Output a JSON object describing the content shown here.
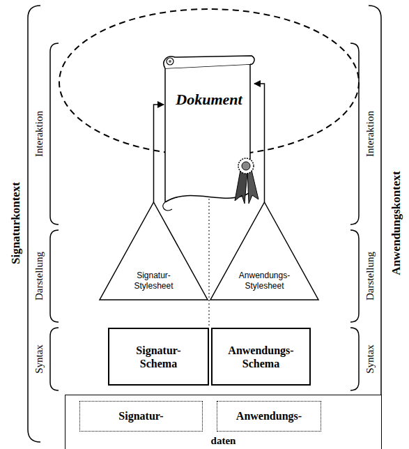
{
  "diagram": {
    "nodes": [
      {
        "text": [
          "Dokument"
        ]
      },
      {
        "text": [
          "Signatur- Stylesheet"
        ]
      },
      {
        "text": [
          "Anwendungs- Stylesheet"
        ]
      },
      {
        "text": [
          "Signatur- Schema"
        ]
      },
      {
        "text": [
          "Anwendungs- Schema"
        ]
      },
      {
        "text": [
          "daten"
        ]
      },
      {
        "text": [
          "Signatur-"
        ],
        "in": 5
      },
      {
        "text": [
          "Anwendungs-"
        ],
        "in": 5
      }
    ],
    "edges": [
      {
        "from": 1,
        "to": 0,
        "arrow": "to"
      },
      {
        "from": 2,
        "to": 0,
        "arrow": "to"
      }
    ],
    "labels": [
      "Signaturkontext",
      "Interaktion",
      "Darstellung",
      "Syntax",
      "Anwendungskontext",
      "Interaktion",
      "Darstellung",
      "Syntax"
    ]
  }
}
